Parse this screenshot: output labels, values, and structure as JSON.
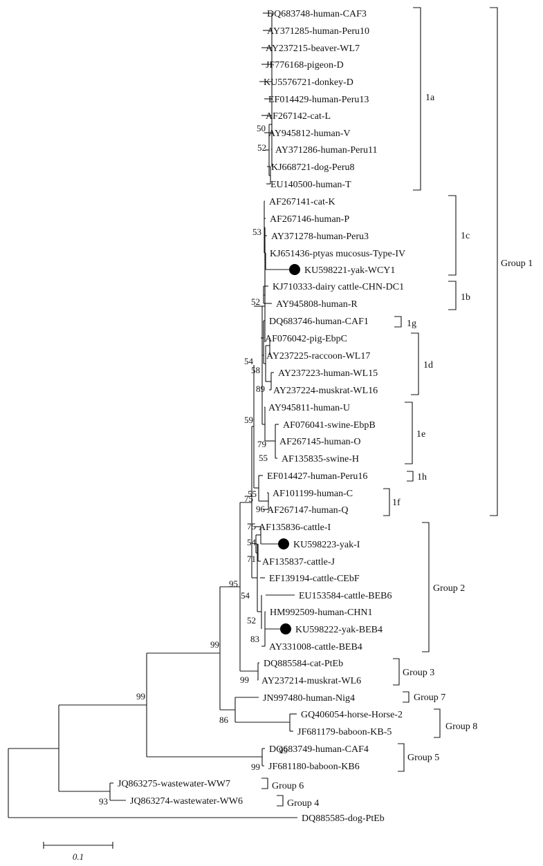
{
  "tree": {
    "leaves": [
      {
        "label": "DQ683748-human-CAF3",
        "marked": false
      },
      {
        "label": "AY371285-human-Peru10",
        "marked": false
      },
      {
        "label": "AY237215-beaver-WL7",
        "marked": false
      },
      {
        "label": "JF776168-pigeon-D",
        "marked": false
      },
      {
        "label": "KU5576721-donkey-D",
        "marked": false
      },
      {
        "label": "EF014429-human-Peru13",
        "marked": false
      },
      {
        "label": "AF267142-cat-L",
        "marked": false
      },
      {
        "label": "AY945812-human-V",
        "marked": false
      },
      {
        "label": "AY371286-human-Peru11",
        "marked": false
      },
      {
        "label": "KJ668721-dog-Peru8",
        "marked": false
      },
      {
        "label": "EU140500-human-T",
        "marked": false
      },
      {
        "label": "AF267141-cat-K",
        "marked": false
      },
      {
        "label": "AF267146-human-P",
        "marked": false
      },
      {
        "label": "AY371278-human-Peru3",
        "marked": false
      },
      {
        "label": "KJ651436-ptyas mucosus-Type-IV",
        "marked": false
      },
      {
        "label": "KU598221-yak-WCY1",
        "marked": true
      },
      {
        "label": "KJ710333-dairy cattle-CHN-DC1",
        "marked": false
      },
      {
        "label": "AY945808-human-R",
        "marked": false
      },
      {
        "label": "DQ683746-human-CAF1",
        "marked": false
      },
      {
        "label": "AF076042-pig-EbpC",
        "marked": false
      },
      {
        "label": "AY237225-raccoon-WL17",
        "marked": false
      },
      {
        "label": "AY237223-human-WL15",
        "marked": false
      },
      {
        "label": "AY237224-muskrat-WL16",
        "marked": false
      },
      {
        "label": "AY945811-human-U",
        "marked": false
      },
      {
        "label": "AF076041-swine-EbpB",
        "marked": false
      },
      {
        "label": "AF267145-human-O",
        "marked": false
      },
      {
        "label": "AF135835-swine-H",
        "marked": false
      },
      {
        "label": "EF014427-human-Peru16",
        "marked": false
      },
      {
        "label": "AF101199-human-C",
        "marked": false
      },
      {
        "label": "AF267147-human-Q",
        "marked": false
      },
      {
        "label": "AF135836-cattle-I",
        "marked": false
      },
      {
        "label": "KU598223-yak-I",
        "marked": true
      },
      {
        "label": "AF135837-cattle-J",
        "marked": false
      },
      {
        "label": "EF139194-cattle-CEbF",
        "marked": false
      },
      {
        "label": "EU153584-cattle-BEB6",
        "marked": false
      },
      {
        "label": "HM992509-human-CHN1",
        "marked": false
      },
      {
        "label": "KU598222-yak-BEB4",
        "marked": true
      },
      {
        "label": "AY331008-cattle-BEB4",
        "marked": false
      },
      {
        "label": "DQ885584-cat-PtEb",
        "marked": false
      },
      {
        "label": "AY237214-muskrat-WL6",
        "marked": false
      },
      {
        "label": "JN997480-human-Nig4",
        "marked": false
      },
      {
        "label": "GQ406054-horse-Horse-2",
        "marked": false
      },
      {
        "label": "JF681179-baboon-KB-5",
        "marked": false
      },
      {
        "label": "DQ683749-human-CAF4",
        "marked": false
      },
      {
        "label": "JF681180-baboon-KB6",
        "marked": false
      },
      {
        "label": "JQ863275-wastewater-WW7",
        "marked": false
      },
      {
        "label": "JQ863274-wastewater-WW6",
        "marked": false
      },
      {
        "label": "DQ885585-dog-PtEb",
        "marked": false
      }
    ],
    "bootstrap": [
      "50",
      "52",
      "53",
      "52",
      "54",
      "58",
      "89",
      "59",
      "79",
      "55",
      "55",
      "96",
      "75",
      "75",
      "54",
      "71",
      "54",
      "52",
      "83",
      "95",
      "99",
      "99",
      "99",
      "86",
      "99",
      "99",
      "93"
    ],
    "subgroups": [
      "1a",
      "1c",
      "1b",
      "1g",
      "1d",
      "1e",
      "1h",
      "1f"
    ],
    "groups": [
      "Group 1",
      "Group 2",
      "Group 3",
      "Group 7",
      "Group 8",
      "Group 5",
      "Group 6",
      "Group 4"
    ],
    "scale_bar": "0.1"
  }
}
